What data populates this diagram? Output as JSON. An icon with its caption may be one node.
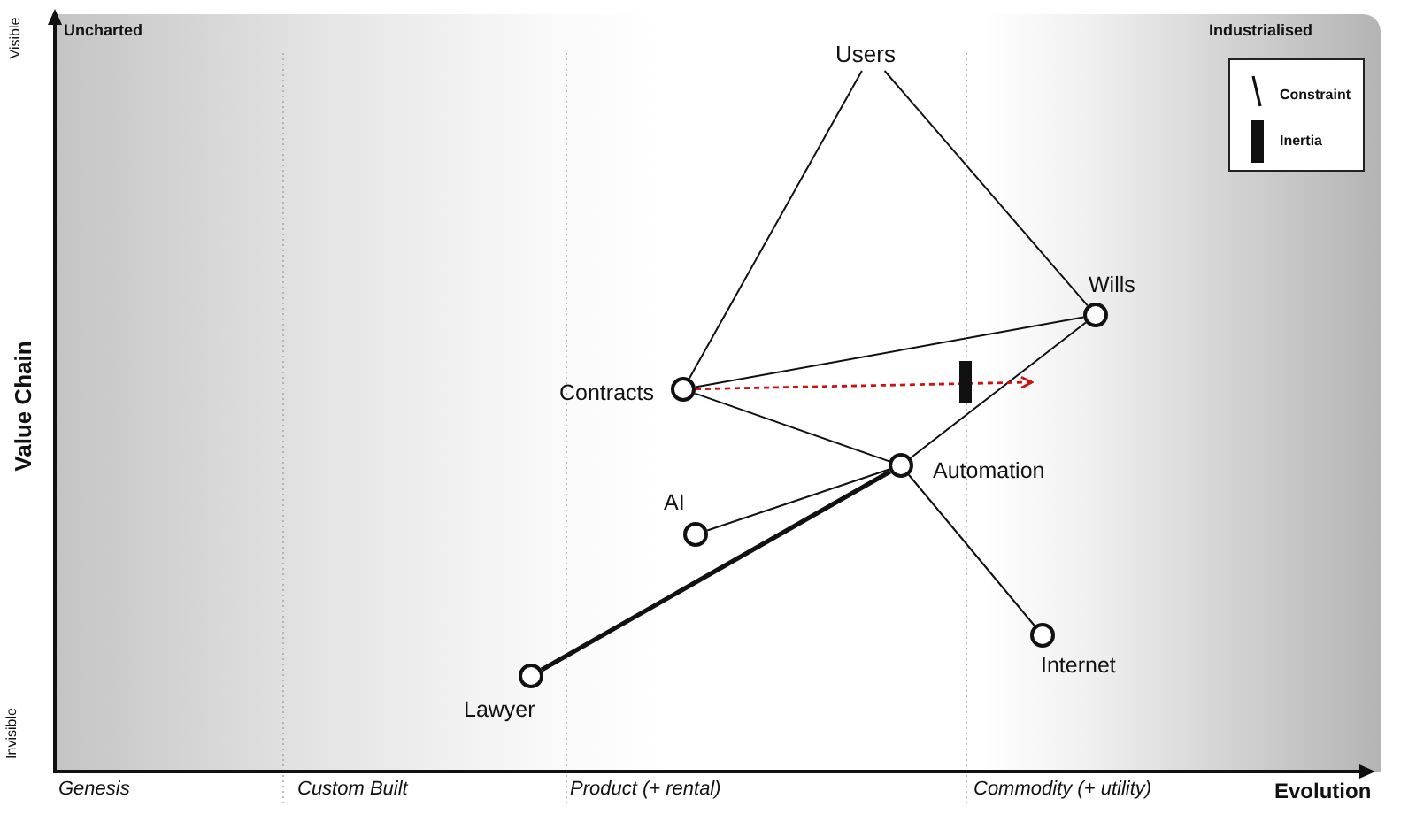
{
  "diagram": {
    "nodes": [
      {
        "text": [
          "Users"
        ]
      },
      {
        "text": [],
        "shape": "circle",
        "beside": [
          "Wills"
        ]
      },
      {
        "text": [],
        "shape": "circle",
        "beside": [
          "Contracts"
        ]
      },
      {
        "text": [],
        "shape": "circle",
        "beside": [
          "Automation"
        ]
      },
      {
        "text": [],
        "shape": "circle",
        "beside": [
          "AI"
        ]
      },
      {
        "text": [],
        "shape": "circle",
        "beside": [
          "Internet"
        ]
      },
      {
        "text": [],
        "shape": "circle",
        "beside": [
          "Lawyer"
        ]
      }
    ],
    "edges": [
      {
        "from": 0,
        "to": 2,
        "arrow": "none"
      },
      {
        "from": 0,
        "to": 1,
        "arrow": "none"
      },
      {
        "from": 2,
        "to": 1,
        "arrow": "none"
      },
      {
        "from": 2,
        "to": 3,
        "arrow": "none"
      },
      {
        "from": 1,
        "to": 3,
        "arrow": "none"
      },
      {
        "from": 4,
        "to": 3,
        "arrow": "none"
      },
      {
        "from": 3,
        "to": 5,
        "arrow": "none"
      },
      {
        "from": 6,
        "to": 3,
        "arrow": "none",
        "style": "thick"
      },
      {
        "from": 2,
        "to": null,
        "arrow": "to",
        "style": "dashed",
        "color": "#cc1111"
      }
    ],
    "labels": [
      "Uncharted",
      "Industrialised",
      "Visible",
      "Value Chain",
      "Invisible",
      "Genesis",
      "Custom Built",
      "Product (+ rental)",
      "Commodity (+ utility)",
      "Evolution"
    ],
    "legend": [
      {
        "text": "Constraint"
      },
      {
        "text": "Inertia"
      }
    ]
  }
}
